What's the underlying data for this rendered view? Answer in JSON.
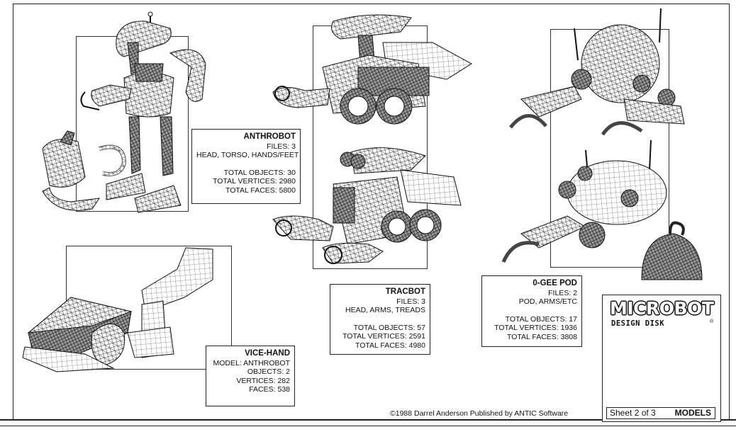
{
  "models": [
    {
      "name": "ANTHROBOT",
      "lines": [
        "FILES:   3",
        "HEAD, TORSO,  HANDS/FEET",
        "",
        "TOTAL OBJECTS:    30",
        "TOTAL VERTICES:  2980",
        "TOTAL FACES:  5800"
      ]
    },
    {
      "name": "TRACBOT",
      "lines": [
        "FILES:    3",
        "HEAD, ARMS, TREADS",
        "",
        "TOTAL OBJECTS:     57",
        "TOTAL VERTICES:  2591",
        "TOTAL FACES:  4980"
      ]
    },
    {
      "name": "0-GEE POD",
      "lines": [
        "FILES:   2",
        "POD, ARMS/ETC",
        "",
        "TOTAL OBJECTS:    17",
        "TOTAL VERTICES:  1936",
        "TOTAL FACES:  3808"
      ]
    },
    {
      "name": "VICE-HAND",
      "lines": [
        "MODEL: ANTHROBOT",
        "OBJECTS:    2",
        "VERTICES:  282",
        "FACES:  538"
      ]
    }
  ],
  "logo": {
    "title": "MICROBOT",
    "subtitle": "DESIGN DISK",
    "registered": "®",
    "sheet": "Sheet 2 of 3",
    "kind": "MODELS"
  },
  "copyright": "©1988 Darrel Anderson   Published by ANTIC Software"
}
